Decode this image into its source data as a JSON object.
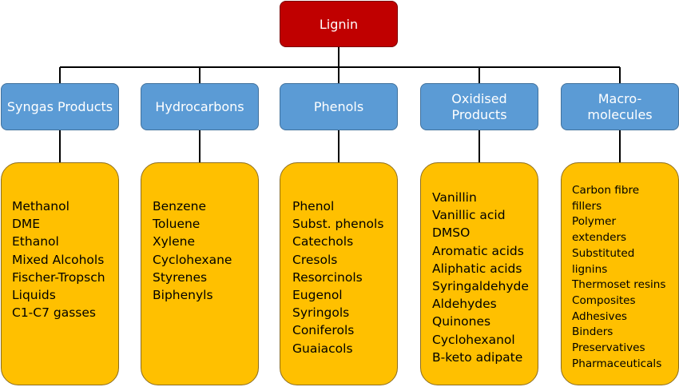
{
  "root": {
    "label": "Lignin"
  },
  "categories": [
    {
      "label": "Syngas Products",
      "products": [
        "Methanol",
        "DME",
        "Ethanol",
        "Mixed Alcohols",
        "Fischer-Tropsch",
        "Liquids",
        "C1-C7 gasses"
      ]
    },
    {
      "label": "Hydrocarbons",
      "products": [
        "Benzene",
        "Toluene",
        "Xylene",
        "Cyclohexane",
        "Styrenes",
        "Biphenyls"
      ]
    },
    {
      "label": "Phenols",
      "products": [
        "Phenol",
        "Subst. phenols",
        "Catechols",
        "Cresols",
        "Resorcinols",
        "Eugenol",
        "Syringols",
        "Coniferols",
        "Guaiacols"
      ]
    },
    {
      "label": "Oxidised Products",
      "products": [
        "Vanillin",
        "Vanillic acid",
        "DMSO",
        "Aromatic acids",
        "Aliphatic acids",
        "Syringaldehyde",
        "Aldehydes",
        "Quinones",
        "Cyclohexanol",
        "B-keto adipate"
      ]
    },
    {
      "label": "Macro-molecules",
      "products": [
        "Carbon fibre",
        "fillers",
        "Polymer",
        "extenders",
        "Substituted",
        "lignins",
        "Thermoset resins",
        "Composites",
        "Adhesives",
        "Binders",
        "Preservatives",
        "Pharmaceuticals"
      ]
    }
  ],
  "colors": {
    "root_fill": "#c00000",
    "category_fill": "#5b9bd5",
    "product_fill": "#ffc000",
    "connector": "#000000"
  }
}
